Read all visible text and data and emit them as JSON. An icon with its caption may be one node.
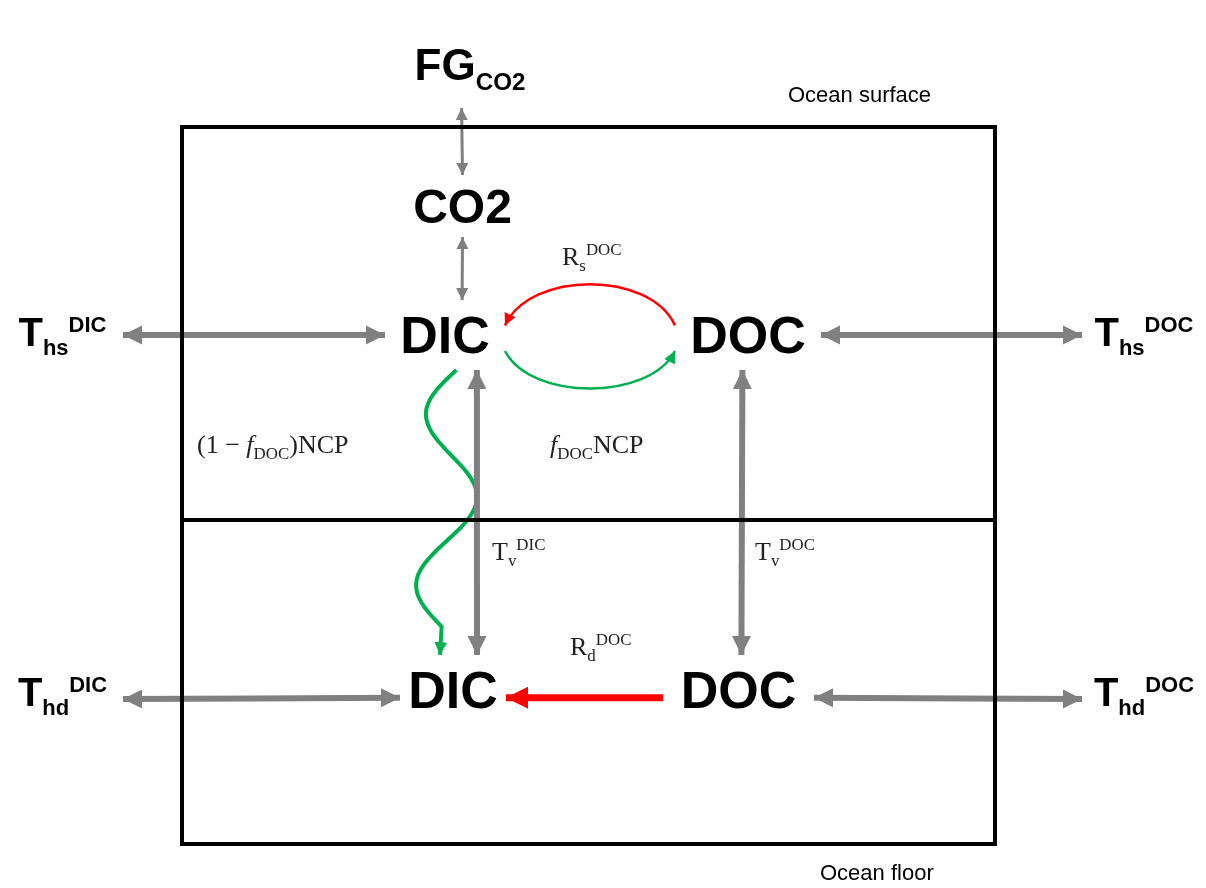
{
  "diagram": {
    "nodes": [
      {
        "text": [
          "FG$_{CO2}$"
        ]
      },
      {
        "text": [],
        "shape": "box",
        "beside": [
          "Ocean surface"
        ]
      },
      {
        "text": [
          "CO2"
        ],
        "in": 1
      },
      {
        "text": [
          "DIC"
        ],
        "in": 1
      },
      {
        "text": [
          "DOC"
        ],
        "in": 1
      },
      {
        "text": [
          "T$_{hs}$$^{DIC}$"
        ]
      },
      {
        "text": [
          "T$_{hs}$$^{DOC}$"
        ]
      },
      {
        "text": [],
        "shape": "box",
        "beside": [
          "Ocean floor"
        ]
      },
      {
        "text": [
          "DIC"
        ],
        "in": 7
      },
      {
        "text": [
          "DOC"
        ],
        "in": 7
      },
      {
        "text": [
          "T$_{hd}$$^{DIC}$"
        ]
      },
      {
        "text": [
          "T$_{hd}$$^{DOC}$"
        ]
      }
    ],
    "edges": [
      {
        "from": 0,
        "to": 2,
        "arrow": "both"
      },
      {
        "from": 2,
        "to": 3,
        "arrow": "both"
      },
      {
        "from": 5,
        "to": 3,
        "arrow": "both"
      },
      {
        "from": 4,
        "to": 6,
        "arrow": "both"
      },
      {
        "from": 4,
        "to": 3,
        "arrow": "to",
        "label": "R$_{s}$$^{DOC}$",
        "color": "#ff0000"
      },
      {
        "from": 3,
        "to": 4,
        "arrow": "to",
        "label": "*f*$_{DOC}$NCP",
        "color": "#00b050"
      },
      {
        "from": 3,
        "to": 8,
        "arrow": "to",
        "label": "(1 − *f*$_{DOC}$)NCP",
        "color": "#00b050"
      },
      {
        "from": 3,
        "to": 8,
        "arrow": "both",
        "label": "T$_{v}$$^{DIC}$"
      },
      {
        "from": 4,
        "to": 9,
        "arrow": "both",
        "label": "T$_{v}$$^{DOC}$"
      },
      {
        "from": 10,
        "to": 8,
        "arrow": "both"
      },
      {
        "from": 9,
        "to": 8,
        "arrow": "to",
        "label": "R$_{d}$$^{DOC}$",
        "color": "#ff0000"
      },
      {
        "from": 9,
        "to": 11,
        "arrow": "both"
      }
    ]
  }
}
